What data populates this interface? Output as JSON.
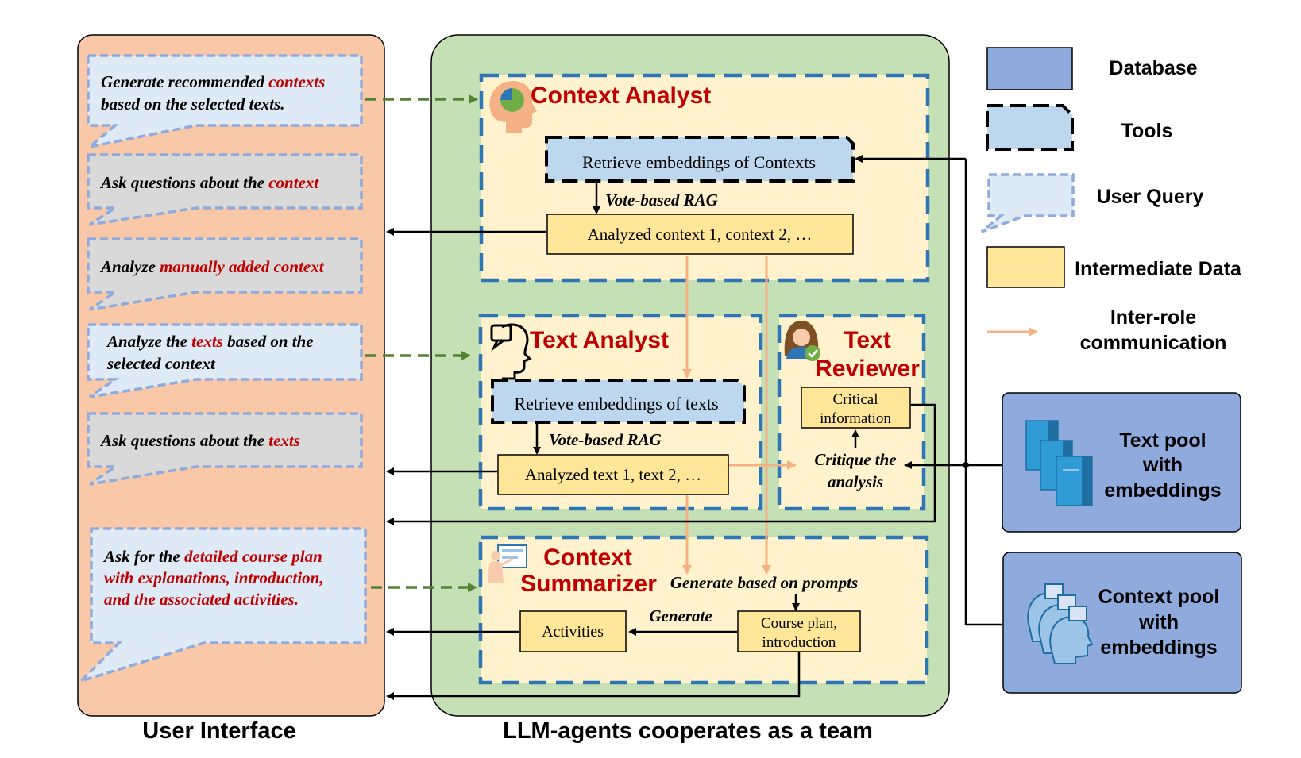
{
  "captions": {
    "ui": "User Interface",
    "team": "LLM-agents cooperates as a team"
  },
  "queries": [
    {
      "l1a": "Generate recommended ",
      "l1b": "contexts",
      "l2a": "based on the selected texts.",
      "l2b": ""
    },
    {
      "l1a": "Ask questions about the ",
      "l1b": "context"
    },
    {
      "l1a": "Analyze ",
      "l1b": "manually added context"
    },
    {
      "l1a": "Analyze the ",
      "l1b": "texts",
      "l1c": " based on the",
      "l2a": "selected context"
    },
    {
      "l1a": "Ask questions about the ",
      "l1b": "texts"
    },
    {
      "l1a": "Ask for the ",
      "l1b": "detailed course plan",
      "l2b": "with explanations, introduction,",
      "l3b": "and the associated activities."
    }
  ],
  "agents": {
    "context_analyst": {
      "title": "Context Analyst",
      "tool": "Retrieve embeddings of Contexts",
      "rag": "Vote-based RAG",
      "output": "Analyzed context 1, context 2, …"
    },
    "text_analyst": {
      "title": "Text Analyst",
      "tool": "Retrieve embeddings of texts",
      "rag": "Vote-based RAG",
      "output": "Analyzed text 1, text 2, …"
    },
    "text_reviewer": {
      "title1": "Text",
      "title2": "Reviewer",
      "box1": "Critical",
      "box2": "information",
      "critique1": "Critique the",
      "critique2": "analysis"
    },
    "context_summarizer": {
      "title1": "Context",
      "title2": "Summarizer",
      "prompt_label": "Generate based on prompts",
      "generate_label": "Generate",
      "activities": "Activities",
      "plan1": "Course plan,",
      "plan2": "introduction"
    }
  },
  "legend": {
    "database": "Database",
    "tools": "Tools",
    "user_query": "User Query",
    "intermediate": "Intermediate Data",
    "inter_role1": "Inter-role",
    "inter_role2": "communication"
  },
  "pools": {
    "text": {
      "l1": "Text pool",
      "l2": "with",
      "l3": "embeddings"
    },
    "context": {
      "l1": "Context pool",
      "l2": "with",
      "l3": "embeddings"
    }
  },
  "colors": {
    "ui_panel": "#f8c8a8",
    "team_panel": "#c5e0b4",
    "agent_bg": "#fff2cc",
    "agent_border": "#2e75b6",
    "intermediate": "#ffe699",
    "tool": "#bdd7ee",
    "query": "#deebf7",
    "query_gray": "#d9d9d9",
    "database": "#8faadc",
    "accent_red": "#c00000",
    "inter_role": "#f4b183",
    "dashed_green": "#548235"
  }
}
